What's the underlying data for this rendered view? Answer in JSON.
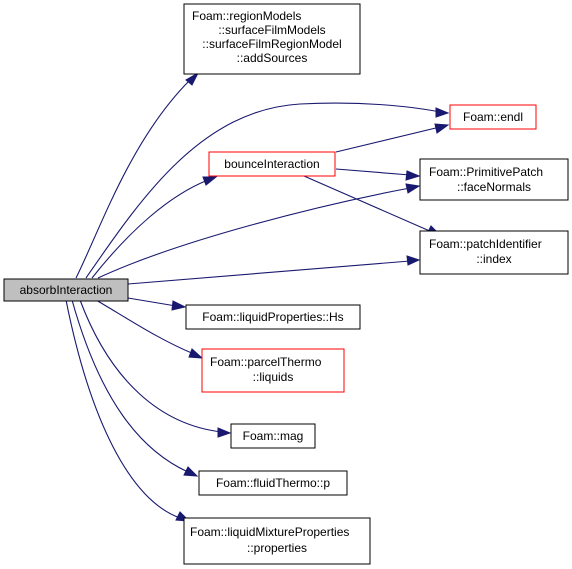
{
  "graph": {
    "nodes": {
      "absorb": {
        "lines": [
          "absorbInteraction"
        ]
      },
      "addSources": {
        "lines": [
          "Foam::regionModels",
          "::surfaceFilmModels",
          "::surfaceFilmRegionModel",
          "::addSources"
        ]
      },
      "endl": {
        "lines": [
          "Foam::endl"
        ]
      },
      "bounce": {
        "lines": [
          "bounceInteraction"
        ]
      },
      "faceNormals": {
        "lines": [
          "Foam::PrimitivePatch",
          "::faceNormals"
        ]
      },
      "index": {
        "lines": [
          "Foam::patchIdentifier",
          "::index"
        ]
      },
      "hs": {
        "lines": [
          "Foam::liquidProperties::Hs"
        ]
      },
      "liquids": {
        "lines": [
          "Foam::parcelThermo",
          "::liquids"
        ]
      },
      "mag": {
        "lines": [
          "Foam::mag"
        ]
      },
      "p": {
        "lines": [
          "Foam::fluidThermo::p"
        ]
      },
      "properties": {
        "lines": [
          "Foam::liquidMixtureProperties",
          "::properties"
        ]
      }
    }
  }
}
